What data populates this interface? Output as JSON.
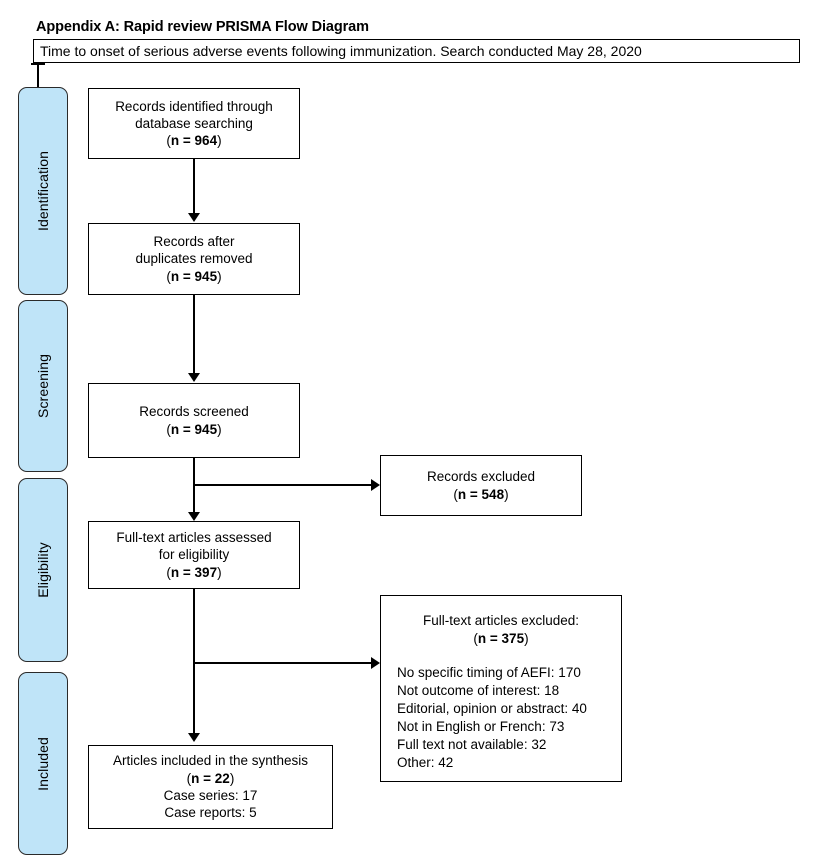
{
  "header": {
    "title": "Appendix A: Rapid review PRISMA Flow Diagram",
    "subtitle": "Time to onset of serious adverse events following immunization. Search conducted May 28, 2020"
  },
  "theme": {
    "stage_fill": "#bfe4f8",
    "stage_border": "#2a2a2a",
    "box_border": "#000000",
    "page_background": "#ffffff",
    "text_color": "#000000"
  },
  "stages": [
    {
      "label": "Identification"
    },
    {
      "label": "Screening"
    },
    {
      "label": "Eligibility"
    },
    {
      "label": "Included"
    }
  ],
  "boxes": {
    "identified": {
      "line1": "Records identified through",
      "line2": "database searching",
      "count_prefix": "(",
      "count": "n = 964",
      "count_suffix": ")"
    },
    "deduplicated": {
      "line1": "Records after",
      "line2": "duplicates removed",
      "count_prefix": "(",
      "count": "n = 945",
      "count_suffix": ")"
    },
    "screened": {
      "line1": "Records screened",
      "count_prefix": "(",
      "count": "n = 945",
      "count_suffix": ")"
    },
    "records_excluded": {
      "line1": "Records excluded",
      "count_prefix": "(",
      "count": "n = 548",
      "count_suffix": ")"
    },
    "fulltext_assessed": {
      "line1": "Full-text articles assessed",
      "line2": "for eligibility",
      "count_prefix": "(",
      "count": "n = 397",
      "count_suffix": ")"
    },
    "fulltext_excluded": {
      "line1": "Full-text articles excluded:",
      "count_prefix": "(",
      "count": "n = 375",
      "count_suffix": ")",
      "reasons": [
        "No specific timing of AEFI: 170",
        "Not outcome of interest: 18",
        "Editorial, opinion or abstract: 40",
        "Not in English or French: 73",
        "Full text not available: 32",
        "Other: 42"
      ]
    },
    "included": {
      "line1": "Articles included in the synthesis",
      "count_prefix": "(",
      "count": "n = 22",
      "count_suffix": ")",
      "line3": "Case series: 17",
      "line4": "Case reports: 5"
    }
  }
}
